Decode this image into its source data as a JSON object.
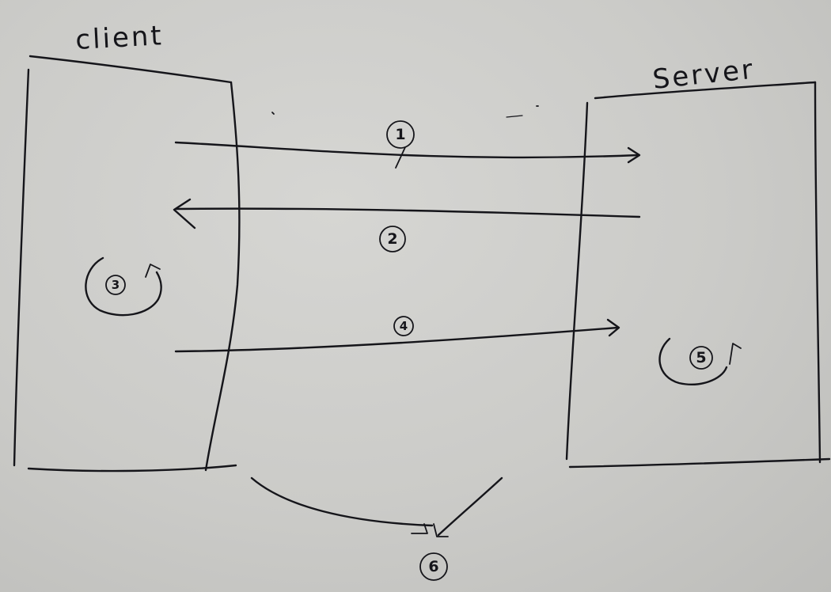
{
  "labels": {
    "client": "client",
    "server": "Server"
  },
  "steps": [
    {
      "id": "step-1",
      "number": "1"
    },
    {
      "id": "step-2",
      "number": "2"
    },
    {
      "id": "step-3",
      "number": "3"
    },
    {
      "id": "step-4",
      "number": "4"
    },
    {
      "id": "step-5",
      "number": "5"
    },
    {
      "id": "step-6",
      "number": "6"
    }
  ],
  "colors": {
    "ink": "#15151a",
    "paper": "#cdcdca"
  }
}
